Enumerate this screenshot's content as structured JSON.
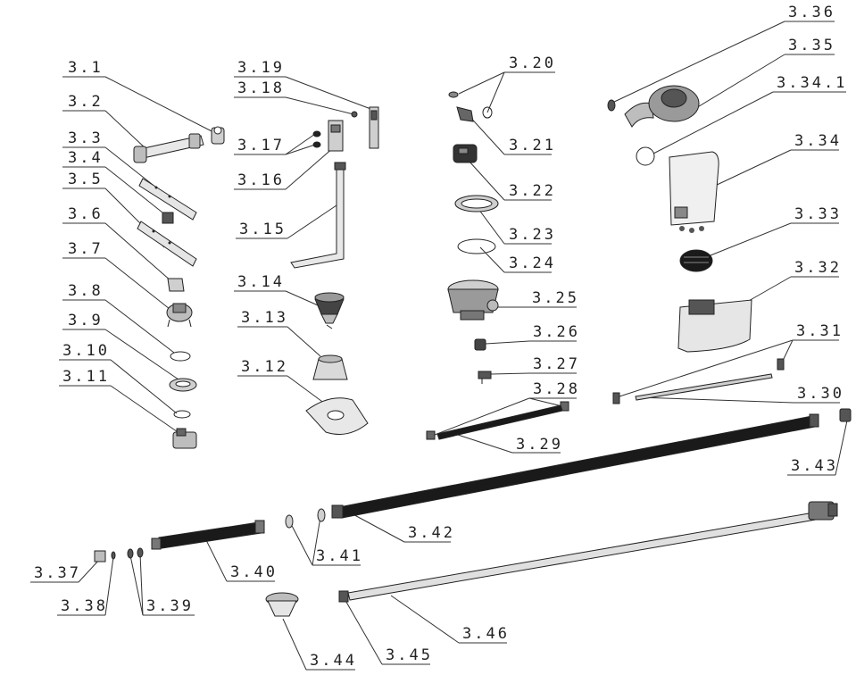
{
  "labels": {
    "p3_1": "3.1",
    "p3_2": "3.2",
    "p3_3": "3.3",
    "p3_4": "3.4",
    "p3_5": "3.5",
    "p3_6": "3.6",
    "p3_7": "3.7",
    "p3_8": "3.8",
    "p3_9": "3.9",
    "p3_10": "3.10",
    "p3_11": "3.11",
    "p3_12": "3.12",
    "p3_13": "3.13",
    "p3_14": "3.14",
    "p3_15": "3.15",
    "p3_16": "3.16",
    "p3_17": "3.17",
    "p3_18": "3.18",
    "p3_19": "3.19",
    "p3_20": "3.20",
    "p3_21": "3.21",
    "p3_22": "3.22",
    "p3_23": "3.23",
    "p3_24": "3.24",
    "p3_25": "3.25",
    "p3_26": "3.26",
    "p3_27": "3.27",
    "p3_28": "3.28",
    "p3_29": "3.29",
    "p3_30": "3.30",
    "p3_31": "3.31",
    "p3_32": "3.32",
    "p3_33": "3.33",
    "p3_34": "3.34",
    "p3_34_1": "3.34.1",
    "p3_35": "3.35",
    "p3_36": "3.36",
    "p3_37": "3.37",
    "p3_38": "3.38",
    "p3_39": "3.39",
    "p3_40": "3.40",
    "p3_41": "3.41",
    "p3_42": "3.42",
    "p3_43": "3.43",
    "p3_44": "3.44",
    "p3_45": "3.45",
    "p3_46": "3.46"
  },
  "colors": {
    "line": "#333333",
    "part_fill": "#cfcfcf",
    "part_dark": "#1a1a1a",
    "background": "#ffffff"
  }
}
